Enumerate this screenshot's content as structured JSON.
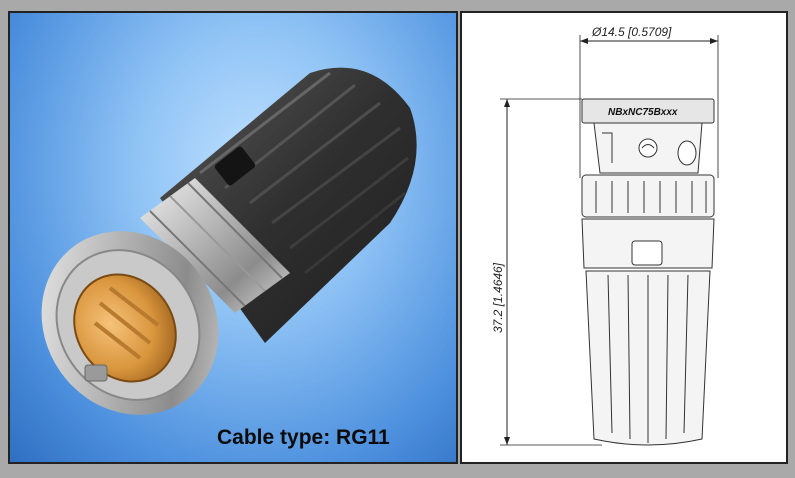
{
  "photo": {
    "caption": "Cable type: RG11"
  },
  "drawing": {
    "diameter_label": "Ø14.5 [0.5709]",
    "length_label": "37.2 [1.4646]",
    "model_label": "NBxNC75Bxxx"
  },
  "colors": {
    "background_blue": "#4d90de",
    "frame_gray": "#a9a9a9",
    "connector_body": "#3a3a3a",
    "contact_gold": "#d9963d"
  }
}
